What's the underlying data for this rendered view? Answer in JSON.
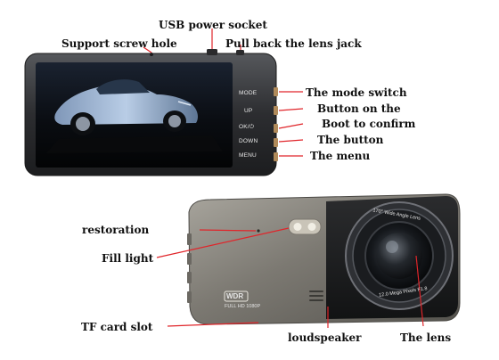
{
  "labels": {
    "usb": "USB power socket",
    "screw": "Support screw hole",
    "jack": "Pull back the lens jack",
    "mode_switch": "The mode switch",
    "button_on": "Button on the",
    "boot": "Boot to confirm",
    "the_button": "The button",
    "menu": "The menu",
    "restoration": "restoration",
    "fill_light": "Fill light",
    "tf_card": "TF card slot",
    "loudspeaker": "loudspeaker",
    "lens": "The lens"
  },
  "device_buttons": {
    "mode": "MODE",
    "up": "UP",
    "ok": "OK/⏻",
    "down": "DOWN",
    "menu": "MENU"
  },
  "device_text": {
    "wdr": "WDR",
    "fullhd": "FULL HD 1080P",
    "wide_angle": "170° Wide Angle Lens",
    "mega": "12.0 Mega Pixels F1.8"
  },
  "colors": {
    "pointer": "#e0252a",
    "body_front": "#3a3a3c",
    "screen": "#0b0d10",
    "metal": "#8a8780"
  },
  "icons": {
    "screw_hole": "screw-hole-icon",
    "speaker_grille": "speaker-grille-icon"
  }
}
